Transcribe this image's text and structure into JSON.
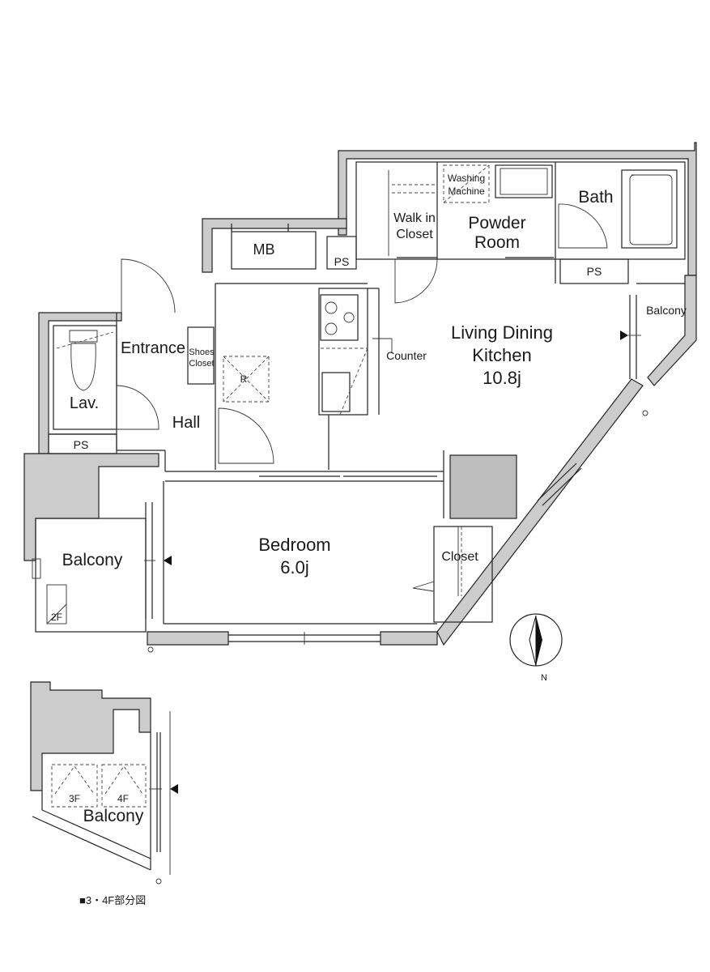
{
  "rooms": {
    "mb": "MB",
    "ps_top": "PS",
    "ps_bath": "PS",
    "ps_lav": "PS",
    "walk_in_closet_1": "Walk in",
    "walk_in_closet_2": "Closet",
    "washing_machine_1": "Washing",
    "washing_machine_2": "Machine",
    "powder_room_1": "Powder",
    "powder_room_2": "Room",
    "bath": "Bath",
    "balcony_east": "Balcony",
    "entrance": "Entrance",
    "shoes_closet_1": "Shoes",
    "shoes_closet_2": "Closet",
    "refrigerator": "R",
    "counter": "Counter",
    "ldk_1": "Living Dining",
    "ldk_2": "Kitchen",
    "ldk_size": "10.8j",
    "lav": "Lav.",
    "hall": "Hall",
    "balcony_west": "Balcony",
    "floor_2f": "2F",
    "bedroom": "Bedroom",
    "bedroom_size": "6.0j",
    "closet": "Closet"
  },
  "compass": {
    "north": "N"
  },
  "partial_plan": {
    "floor_3f": "3F",
    "floor_4f": "4F",
    "balcony": "Balcony",
    "caption": "■3・4F部分図"
  },
  "colors": {
    "wall": "#cccccc",
    "line": "#222222",
    "background": "#ffffff"
  }
}
